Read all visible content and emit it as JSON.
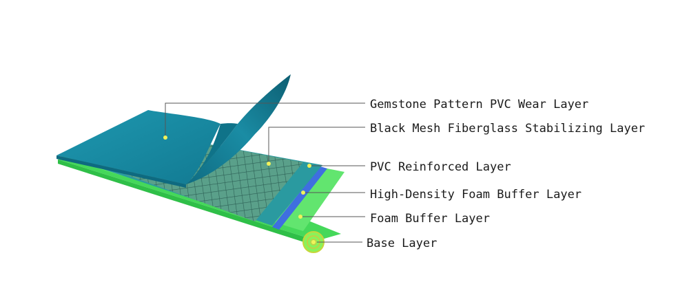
{
  "diagram": {
    "layers": [
      {
        "label": "Gemstone Pattern PVC Wear Layer"
      },
      {
        "label": "Black Mesh Fiberglass Stabilizing Layer"
      },
      {
        "label": "PVC Reinforced Layer"
      },
      {
        "label": "High-Density Foam Buffer Layer"
      },
      {
        "label": "Foam Buffer Layer"
      },
      {
        "label": "Base Layer"
      }
    ],
    "colors": {
      "wear_layer": "#1a8fa6",
      "wear_layer_dark": "#0f6f86",
      "mesh_layer": "#4a8f7f",
      "mesh_lines": "#2c5f55",
      "reinforced_layer": "#2a9aa0",
      "high_density_foam": "#3f6fe0",
      "foam_buffer": "#5fe36a",
      "base_layer": "#45d85a",
      "marker_dot": "#f2f25a",
      "leader_line": "#555555"
    }
  }
}
